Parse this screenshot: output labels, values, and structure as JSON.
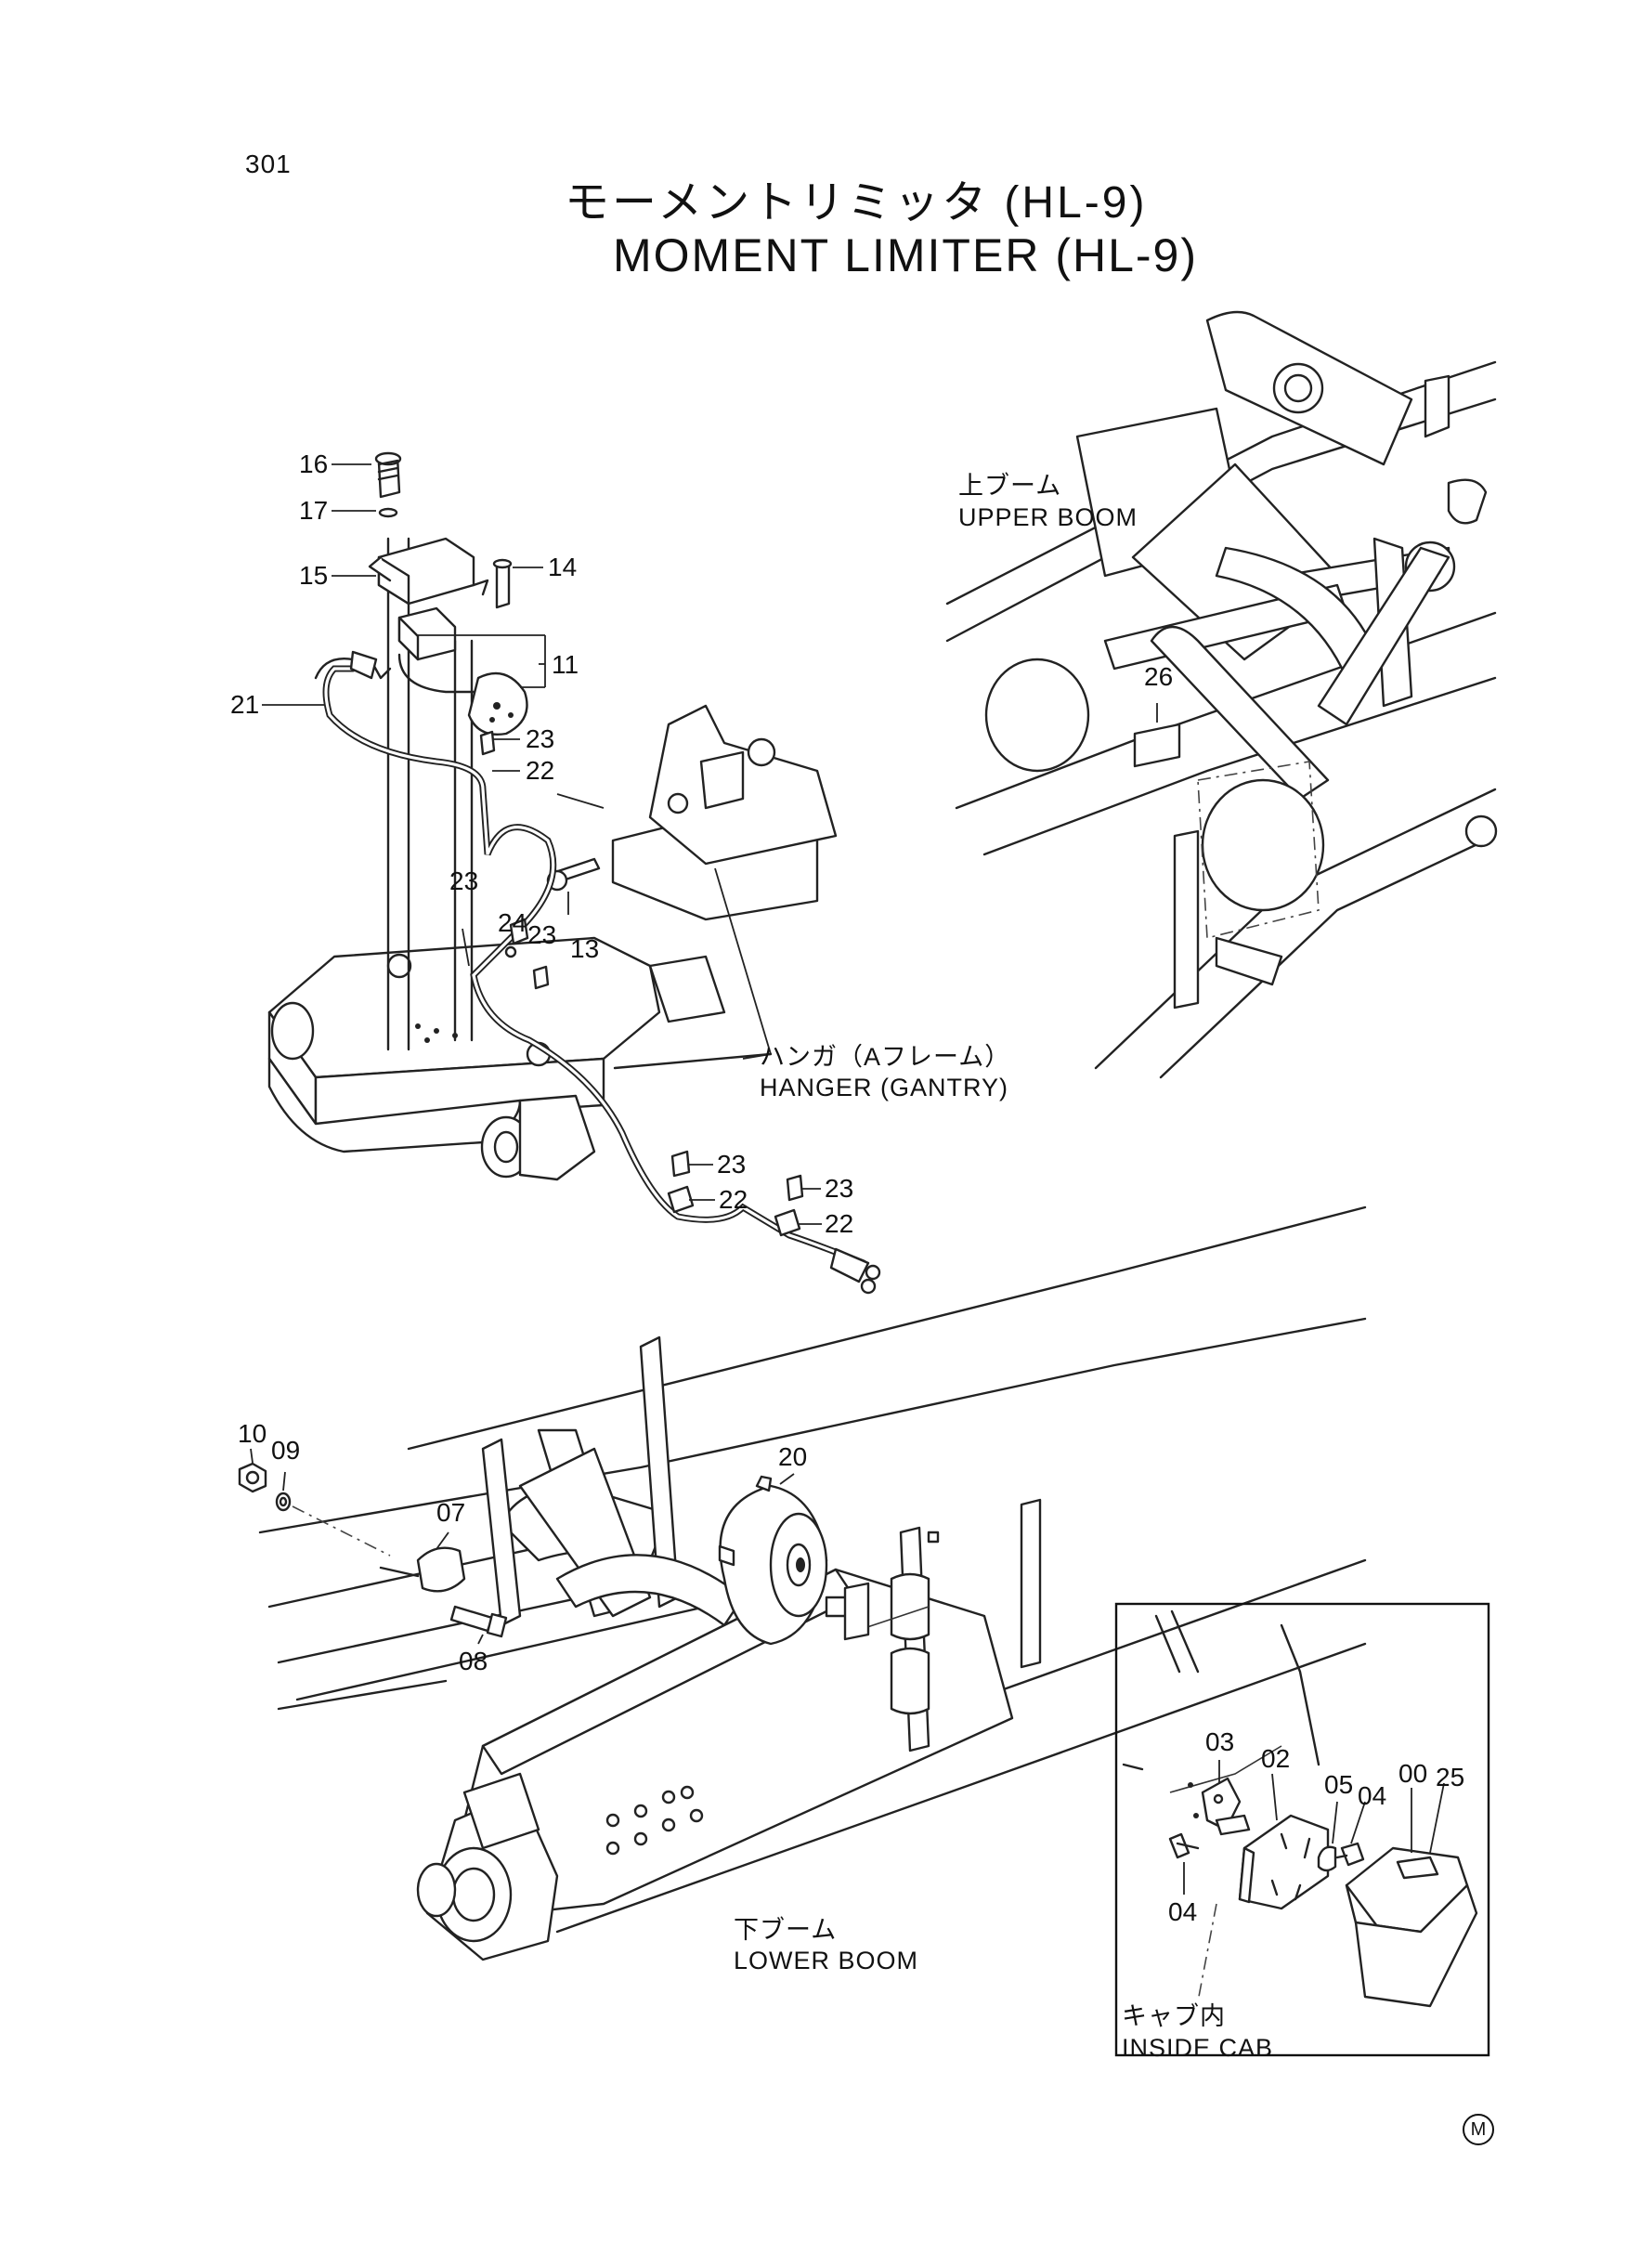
{
  "page_number": "301",
  "title": {
    "japanese": "モーメントリミッタ (HL-9)",
    "english": "MOMENT LIMITER (HL-9)"
  },
  "areas": {
    "upper_boom": {
      "jp": "上ブーム",
      "en": "UPPER BOOM"
    },
    "hanger": {
      "jp": "ハンガ（Aフレーム）",
      "en": "HANGER (GANTRY)"
    },
    "lower_boom": {
      "jp": "下ブーム",
      "en": "LOWER BOOM"
    },
    "inside_cab": {
      "jp": "キャブ内",
      "en": "INSIDE CAB"
    }
  },
  "part_callouts": [
    {
      "id": "16",
      "text": "16"
    },
    {
      "id": "17",
      "text": "17"
    },
    {
      "id": "15",
      "text": "15"
    },
    {
      "id": "14",
      "text": "14"
    },
    {
      "id": "11",
      "text": "11"
    },
    {
      "id": "21",
      "text": "21"
    },
    {
      "id": "23a",
      "text": "23"
    },
    {
      "id": "22a",
      "text": "22"
    },
    {
      "id": "23b",
      "text": "23"
    },
    {
      "id": "24",
      "text": "24"
    },
    {
      "id": "23c",
      "text": "23"
    },
    {
      "id": "13",
      "text": "13"
    },
    {
      "id": "23d",
      "text": "23"
    },
    {
      "id": "22b",
      "text": "22"
    },
    {
      "id": "23e",
      "text": "23"
    },
    {
      "id": "22c",
      "text": "22"
    },
    {
      "id": "26",
      "text": "26"
    },
    {
      "id": "10",
      "text": "10"
    },
    {
      "id": "09",
      "text": "09"
    },
    {
      "id": "07",
      "text": "07"
    },
    {
      "id": "08",
      "text": "08"
    },
    {
      "id": "20",
      "text": "20"
    },
    {
      "id": "03",
      "text": "03"
    },
    {
      "id": "02",
      "text": "02"
    },
    {
      "id": "05",
      "text": "05"
    },
    {
      "id": "04a",
      "text": "04"
    },
    {
      "id": "00",
      "text": "00"
    },
    {
      "id": "25",
      "text": "25"
    },
    {
      "id": "04b",
      "text": "04"
    }
  ],
  "footer_mark": "M"
}
